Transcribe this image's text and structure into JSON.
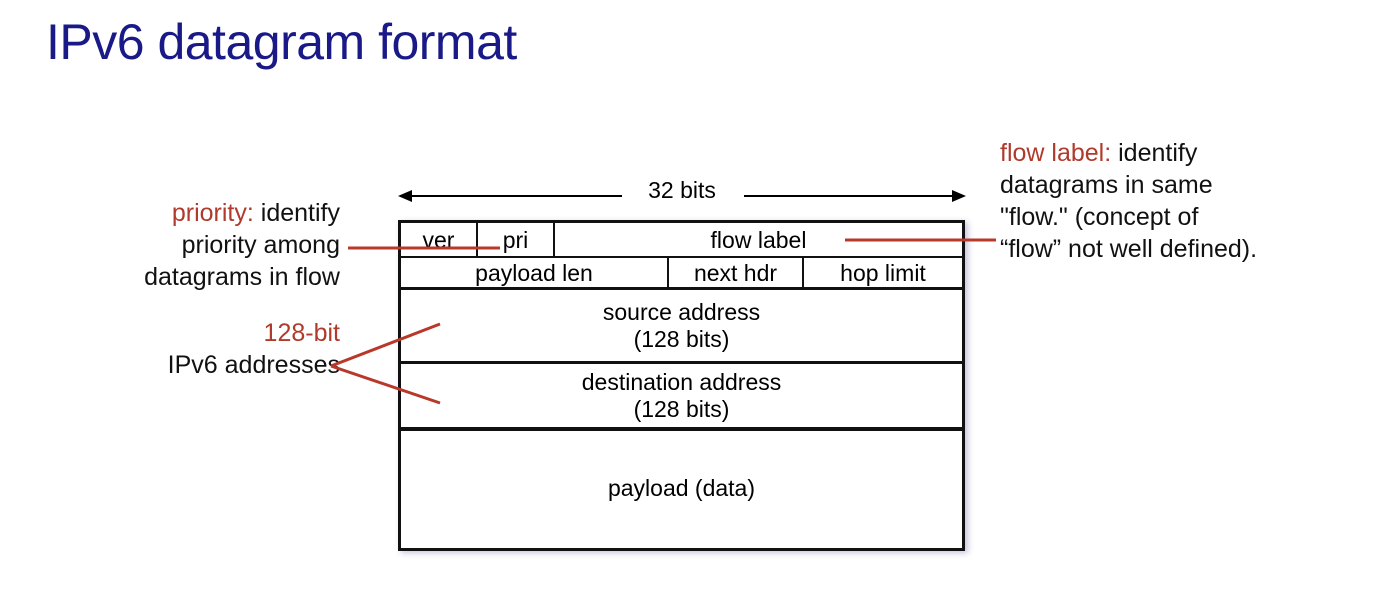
{
  "slide": {
    "title": "IPv6 datagram format"
  },
  "width_marker": {
    "label": "32 bits",
    "icon": "double-headed-arrow-icon"
  },
  "annotations": {
    "priority": {
      "keyword": "priority:",
      "rest": " identify",
      "line2": "priority among",
      "line3": "datagrams in flow"
    },
    "addresses": {
      "keyword": "128-bit",
      "line2": "IPv6 addresses"
    },
    "flow_label": {
      "keyword": "flow label:",
      "rest": " identify",
      "line2": "datagrams in same",
      "line3": "\"flow.\" (concept of",
      "line4": "“flow” not well defined)."
    }
  },
  "datagram": {
    "rows": [
      {
        "name": "header-row",
        "cells": [
          {
            "label": "ver"
          },
          {
            "label": "pri"
          },
          {
            "label": "flow label"
          }
        ]
      },
      {
        "name": "second-row",
        "cells": [
          {
            "label": "payload len"
          },
          {
            "label": "next hdr"
          },
          {
            "label": "hop limit"
          }
        ]
      },
      {
        "name": "source-address-row",
        "cells": [
          {
            "label": "source address",
            "sub": "(128 bits)"
          }
        ]
      },
      {
        "name": "destination-address-row",
        "cells": [
          {
            "label": "destination address",
            "sub": "(128 bits)"
          }
        ]
      },
      {
        "name": "payload-row",
        "cells": [
          {
            "label": "payload (data)"
          }
        ]
      }
    ]
  },
  "colors": {
    "title_blue": "#191987",
    "accent_red": "#b03a2b",
    "leader_red": "#b8392a",
    "box_border": "#111111",
    "text_black": "#111111"
  }
}
